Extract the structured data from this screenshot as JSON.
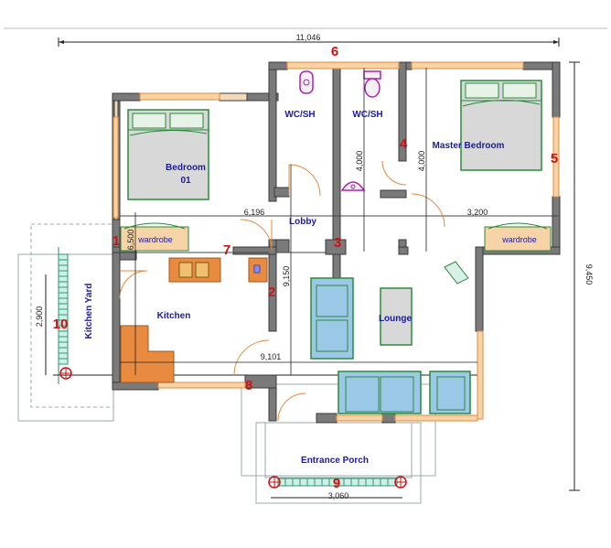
{
  "rooms": {
    "bedroom": "Bedroom",
    "bedroom_num": "01",
    "wc1": "WC/SH",
    "wc2": "WC/SH",
    "master": "Master Bedroom",
    "lobby": "Lobby",
    "kitchen": "Kitchen",
    "kitchen_yard": "Kitchen Yard",
    "lounge": "Lounge",
    "porch": "Entrance Porch",
    "wardrobe_left": "wardrobe",
    "wardrobe_right": "wardrobe"
  },
  "dimensions": {
    "overall_width": "11,046",
    "overall_depth": "9,450",
    "wc_depth_1": "4,000",
    "wc_depth_2": "4,000",
    "lobby_left": "6,196",
    "lobby_right": "3,200",
    "bedroom_depth": "6,500",
    "kitchen_depth": "9,150",
    "yard_depth": "2,900",
    "porch_line": "9,101",
    "porch_width": "3,060"
  },
  "markers": [
    "1",
    "2",
    "3",
    "4",
    "5",
    "6",
    "7",
    "8",
    "9",
    "10"
  ],
  "colors": {
    "wall": "#7a7a7a",
    "label": "#1a1aa8",
    "marker": "#cc1111",
    "window": "#e8a060",
    "furniture_green": "#2a8a3a",
    "sofa_blue": "#9cc8e8",
    "counter_orange": "#e88a40"
  }
}
